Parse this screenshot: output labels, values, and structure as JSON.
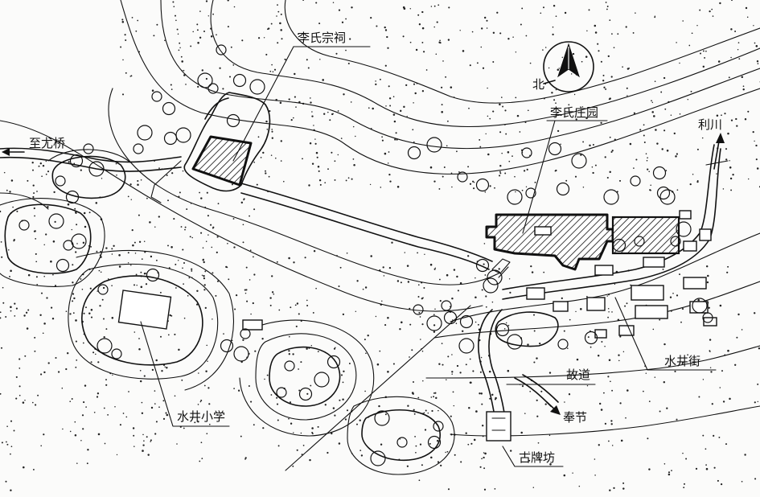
{
  "labels": {
    "zhiyouqiao": "至尤桥",
    "ancestral_hall": "李氏宗祠",
    "north": "北",
    "manor": "李氏庄园",
    "lichuan": "利川",
    "school": "水井小学",
    "old_road": "故道",
    "shuijing_street": "水井街",
    "fengjie": "奉节",
    "archway": "古牌坊"
  },
  "colors": {
    "ink": "#111111",
    "paper": "#fbfbfa"
  }
}
